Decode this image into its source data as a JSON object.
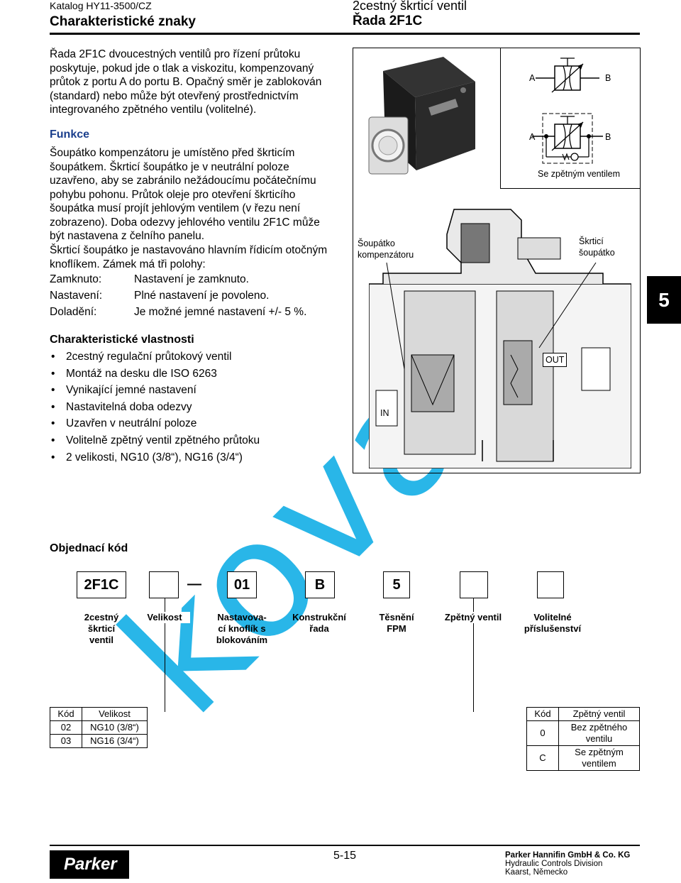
{
  "header": {
    "catalog": "Katalog HY11-3500/CZ",
    "section": "Charakteristické znaky",
    "product": "2cestný škrticí ventil",
    "series": "Řada 2F1C"
  },
  "intro": "Řada 2F1C dvoucestných ventilů pro řízení průtoku poskytuje, pokud jde o tlak a viskozitu, kompenzovaný průtok z portu A do portu B. Opačný směr je zablokován (standard) nebo může být otevřený prostřednictvím integrovaného zpětného ventilu (volitelné).",
  "function": {
    "heading": "Funkce",
    "p1": "Šoupátko kompenzátoru je umístěno před škrticím šoupátkem. Škrticí šoupátko je v neutrální poloze uzavřeno, aby se zabránilo nežádoucímu počátečnímu pohybu pohonu. Průtok oleje pro otevření škrticího šoupátka musí projít jehlovým ventilem (v řezu není zobrazeno). Doba odezvy jehlového ventilu 2F1C může být nastavena z čelního panelu.",
    "p2": "Škrticí šoupátko je nastavováno hlavním řídicím otočným knoflíkem. Zámek má tři polohy:",
    "positions": [
      {
        "name": "Zamknuto:",
        "desc": "Nastavení je zamknuto."
      },
      {
        "name": "Nastavení:",
        "desc": "Plné nastavení je povoleno."
      },
      {
        "name": "Doladění:",
        "desc": "Je možné jemné nastavení +/- 5 %."
      }
    ]
  },
  "features": {
    "heading": "Charakteristické vlastnosti",
    "items": [
      "2cestný regulační průtokový ventil",
      "Montáž na desku dle ISO 6263",
      "Vynikající jemné nastavení",
      "Nastavitelná doba odezvy",
      "Uzavřen v neutrální poloze",
      "Volitelně zpětný ventil zpětného průtoku",
      "2 velikosti, NG10 (3/8“), NG16 (3/4“)"
    ]
  },
  "symbols": {
    "port_a": "A",
    "port_b": "B",
    "caption": "Se zpětným ventilem"
  },
  "section_labels": {
    "compensator": [
      "Šoupátko",
      "kompenzátoru"
    ],
    "throttle": [
      "Škrticí",
      "šoupátko"
    ],
    "in": "IN",
    "out": "OUT"
  },
  "ordering": {
    "heading": "Objednací kód",
    "boxes": [
      "2F1C",
      "",
      "01",
      "B",
      "5",
      "",
      ""
    ],
    "dash": "—",
    "labels": [
      [
        "2cestný",
        "škrticí",
        "ventil"
      ],
      [
        "Velikost"
      ],
      [
        "Nastavova-",
        "cí knoflík s",
        "blokováním"
      ],
      [
        "Konstrukční",
        "řada"
      ],
      [
        "Těsnění",
        "FPM"
      ],
      [
        "Zpětný ventil"
      ],
      [
        "Volitelné",
        "příslušenství"
      ]
    ],
    "size_table": {
      "headers": [
        "Kód",
        "Velikost"
      ],
      "rows": [
        [
          "02",
          "NG10 (3/8“)"
        ],
        [
          "03",
          "NG16 (3/4“)"
        ]
      ]
    },
    "check_table": {
      "headers": [
        "Kód",
        "Zpětný ventil"
      ],
      "rows": [
        [
          "0",
          "Bez zpětného ventilu"
        ],
        [
          "C",
          "Se zpětným ventilem"
        ]
      ]
    }
  },
  "side_tab": "5",
  "watermark": "kovaz.",
  "footer": {
    "page": "5-15",
    "company": "Parker Hannifin GmbH & Co. KG",
    "division": "Hydraulic Controls Division",
    "location": "Kaarst, Německo",
    "logo_text": "Parker"
  },
  "colors": {
    "watermark": "#29b6e8",
    "text": "#000000"
  }
}
